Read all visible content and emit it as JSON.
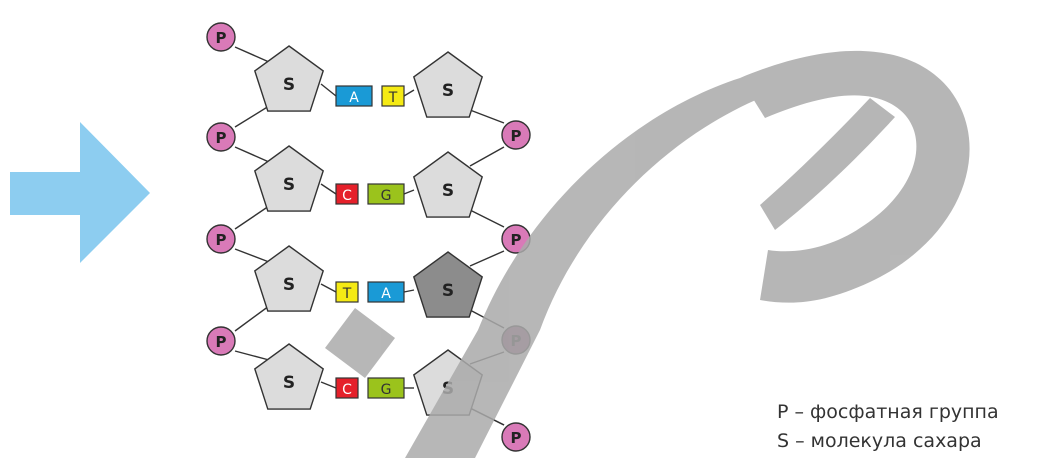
{
  "colors": {
    "arrow": "#8dcdf0",
    "phosphate": "#d97ab8",
    "phosphate_dark": "#8e4f78",
    "sugar": "#dcdcdc",
    "sugar_dark": "#8c8c8c",
    "base_A": "#1a9ad6",
    "base_T": "#f5ea14",
    "base_C": "#e5202a",
    "base_G": "#9bc31c",
    "watermark": "#aaaaaa"
  },
  "icons": {
    "arrow": "right-arrow-icon",
    "watermark": "watermark-logo"
  },
  "phosphate_label": "P",
  "sugar_label": "S",
  "rungs": [
    {
      "left_base": "A",
      "right_base": "T"
    },
    {
      "left_base": "C",
      "right_base": "G"
    },
    {
      "left_base": "T",
      "right_base": "A"
    },
    {
      "left_base": "C",
      "right_base": "G"
    }
  ],
  "legend": {
    "phosphate": "P – фосфатная группа",
    "sugar": "S – молекула сахара"
  }
}
